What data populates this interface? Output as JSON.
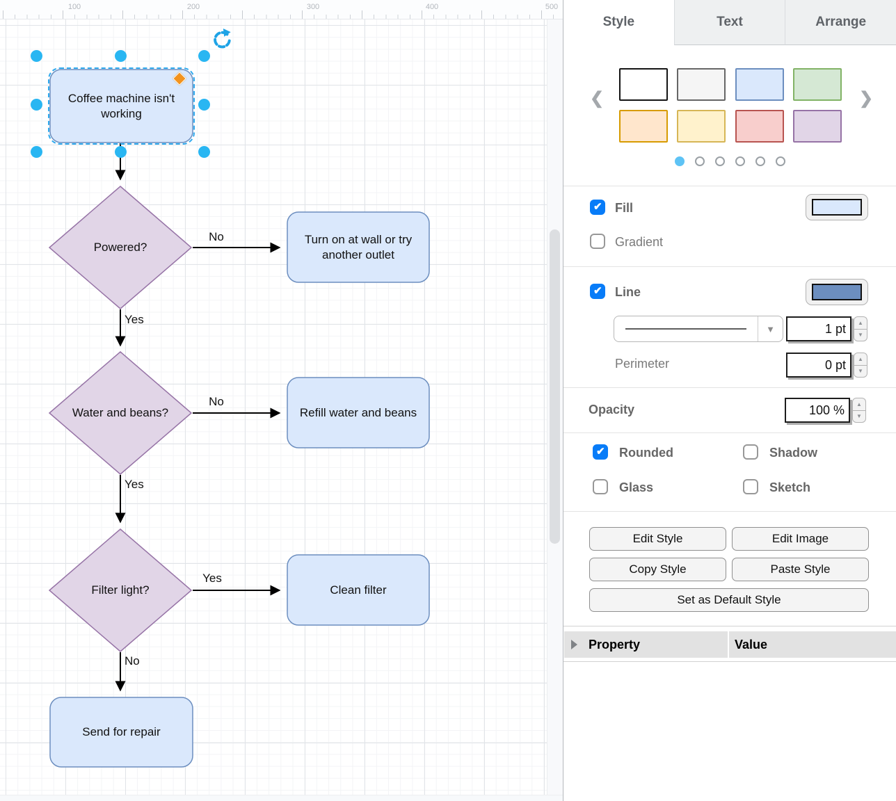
{
  "canvas": {
    "ruler_labels": [
      "100",
      "200",
      "300",
      "400",
      "500"
    ],
    "node_colors": {
      "process_fill": "#dae8fc",
      "process_stroke": "#6c8ebf",
      "decision_fill": "#e1d5e7",
      "decision_stroke": "#9673a6"
    },
    "nodes": {
      "start": {
        "label": "Coffee machine isn't working"
      },
      "powered": {
        "label": "Powered?"
      },
      "turn_on": {
        "label": "Turn on at wall or try another outlet"
      },
      "water_beans": {
        "label": "Water and beans?"
      },
      "refill": {
        "label": "Refill water and beans"
      },
      "filter_light": {
        "label": "Filter light?"
      },
      "clean_filter": {
        "label": "Clean filter"
      },
      "send_repair": {
        "label": "Send for repair"
      }
    },
    "edge_labels": {
      "powered_no": "No",
      "powered_yes": "Yes",
      "water_no": "No",
      "water_yes": "Yes",
      "filter_yes": "Yes",
      "filter_no": "No"
    },
    "selection": {
      "handle_color": "#29b6f2",
      "outline_color": "#2fa9ee",
      "fixed_point_color": "#f2931e"
    }
  },
  "panel": {
    "tabs": [
      {
        "label": "Style",
        "active": true
      },
      {
        "label": "Text",
        "active": false
      },
      {
        "label": "Arrange",
        "active": false
      }
    ],
    "palette": [
      {
        "fill": "#ffffff",
        "border": "#141414"
      },
      {
        "fill": "#f5f5f5",
        "border": "#666666"
      },
      {
        "fill": "#dae8fc",
        "border": "#6c8ebf"
      },
      {
        "fill": "#d5e8d4",
        "border": "#82b366"
      },
      {
        "fill": "#ffe6cc",
        "border": "#d79b00"
      },
      {
        "fill": "#fff2cc",
        "border": "#d6b656"
      },
      {
        "fill": "#f8cecc",
        "border": "#b85450"
      },
      {
        "fill": "#e1d5e7",
        "border": "#9673a6"
      }
    ],
    "page_dots": {
      "count": 6,
      "active_index": 0
    },
    "fill": {
      "label": "Fill",
      "checked": true,
      "color": "#dae8fc"
    },
    "gradient": {
      "label": "Gradient",
      "checked": false
    },
    "line": {
      "label": "Line",
      "checked": true,
      "color": "#6c8ebf",
      "width_value": "1 pt"
    },
    "perimeter": {
      "label": "Perimeter",
      "value": "0 pt"
    },
    "opacity": {
      "label": "Opacity",
      "value": "100 %"
    },
    "toggles": {
      "rounded": {
        "label": "Rounded",
        "checked": true
      },
      "shadow": {
        "label": "Shadow",
        "checked": false
      },
      "glass": {
        "label": "Glass",
        "checked": false
      },
      "sketch": {
        "label": "Sketch",
        "checked": false
      }
    },
    "buttons": {
      "edit_style": "Edit Style",
      "edit_image": "Edit Image",
      "copy_style": "Copy Style",
      "paste_style": "Paste Style",
      "set_default": "Set as Default Style"
    },
    "property_table": {
      "property_header": "Property",
      "value_header": "Value"
    }
  }
}
